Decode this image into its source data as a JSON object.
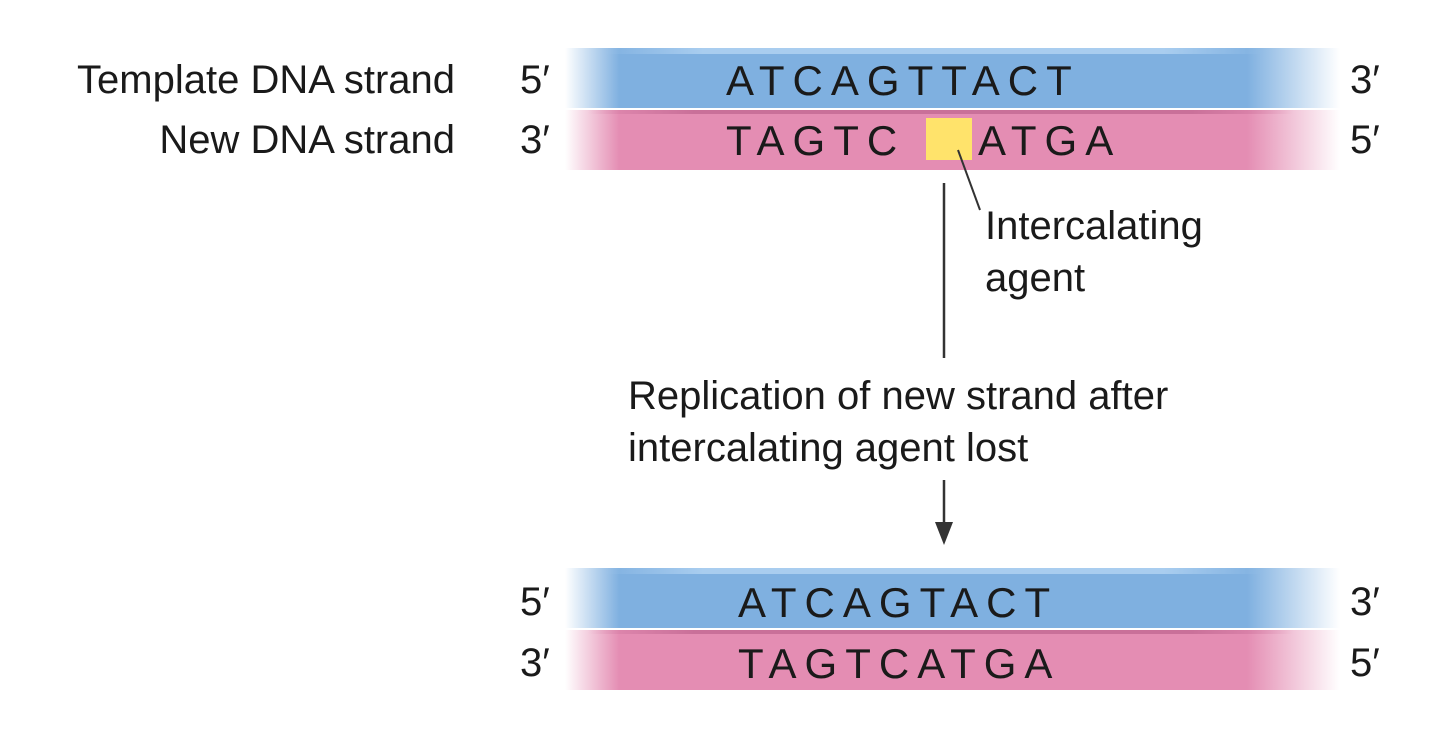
{
  "top": {
    "template_label": "Template DNA strand",
    "new_label": "New DNA strand",
    "template_left_end": "5′",
    "template_right_end": "3′",
    "new_left_end": "3′",
    "new_right_end": "5′",
    "template_sequence": "ATCAGTTACT",
    "new_sequence_left": "TAGTC",
    "new_sequence_right": "ATGA"
  },
  "annotations": {
    "agent_line1": "Intercalating",
    "agent_line2": "agent",
    "step_line1": "Replication of new strand after",
    "step_line2": "intercalating agent lost"
  },
  "bottom": {
    "top_left_end": "5′",
    "top_right_end": "3′",
    "bottom_left_end": "3′",
    "bottom_right_end": "5′",
    "top_sequence": "ATCAGTACT",
    "bottom_sequence": "TAGTCATGA"
  },
  "colors": {
    "template_strand": "#7fb0e0",
    "new_strand": "#e48db3",
    "intercalating_agent": "#ffe36b"
  }
}
